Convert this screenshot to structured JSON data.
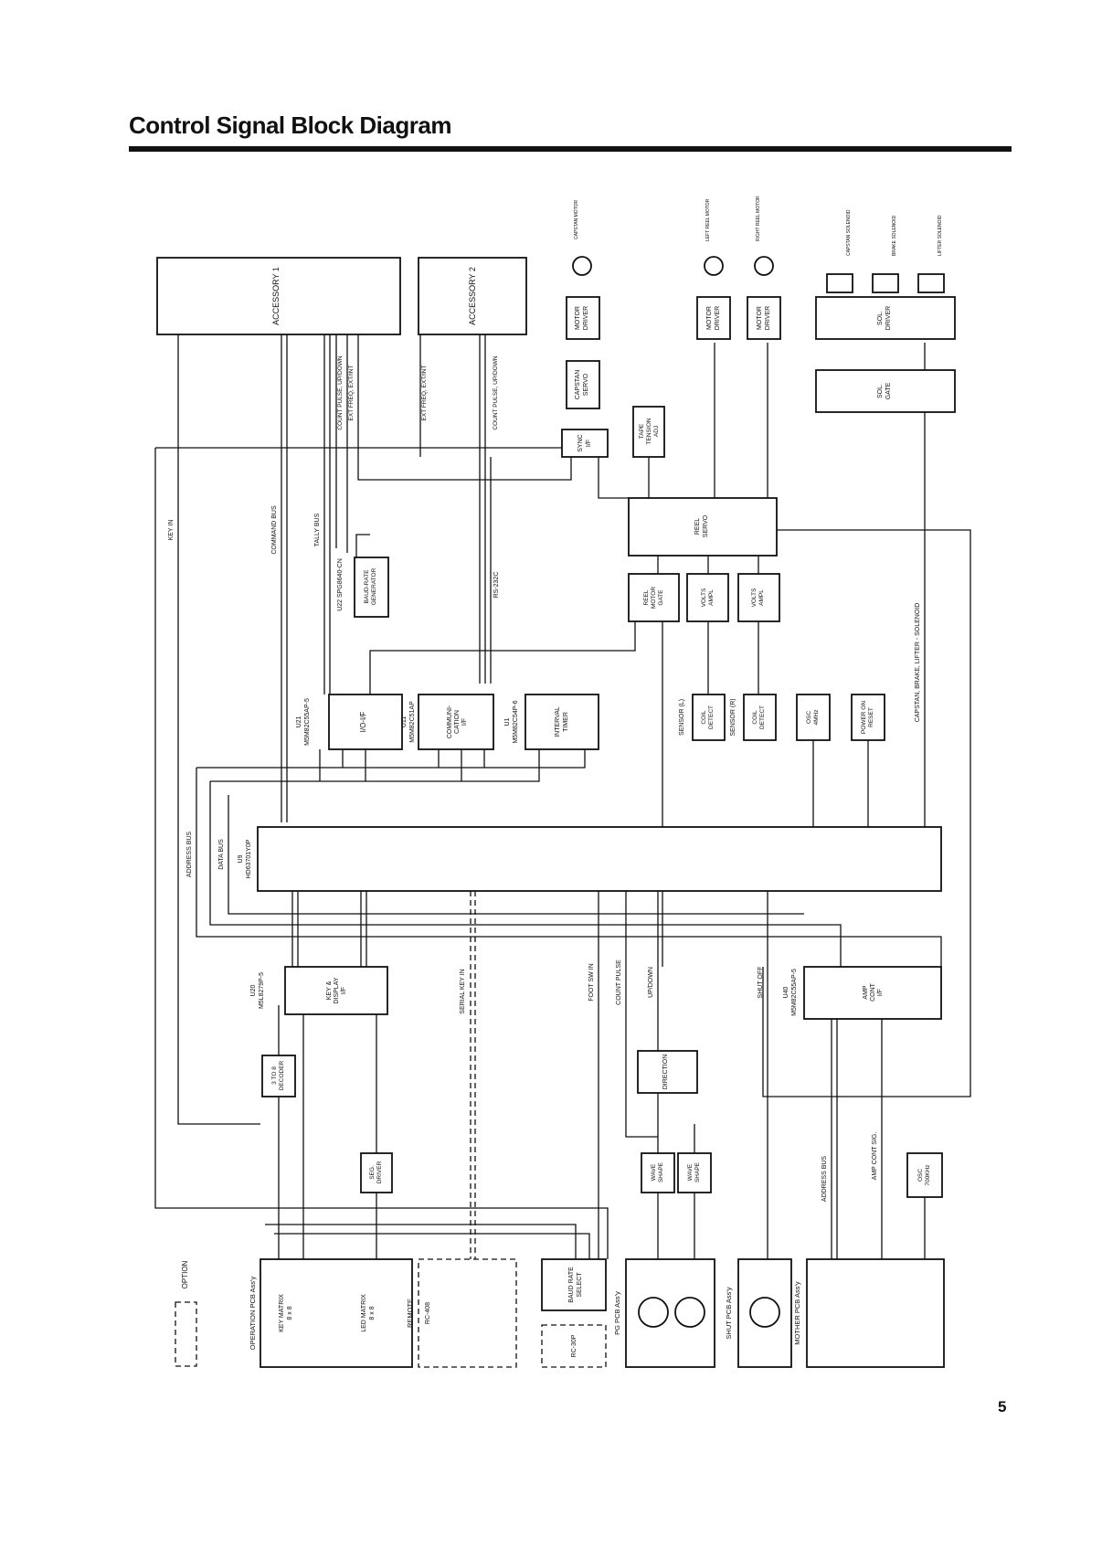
{
  "title": "Control Signal Block Diagram",
  "page_number": "5",
  "blocks": {
    "accessory1": "ACCESSORY 1",
    "accessory2": "ACCESSORY 2",
    "capstan_motor": "CAPSTAN MOTOR",
    "left_reel_motor": "LEFT REEL MOTOR",
    "right_reel_motor": "RIGHT REEL MOTOR",
    "capstan_solenoid": "CAPSTAN SOLENOID",
    "brake_solenoid": "BRAKE SOLENOID",
    "lifter_solenoid": "LIFTER SOLENOID",
    "motor_driver_capstan": [
      "MOTOR",
      "DRIVER"
    ],
    "motor_driver_left": [
      "MOTOR",
      "DRIVER"
    ],
    "motor_driver_right": [
      "MOTOR",
      "DRIVER"
    ],
    "sol_driver": [
      "SOL.",
      "DRIVER"
    ],
    "sol_gate": [
      "SOL.",
      "GATE"
    ],
    "capstan_servo": [
      "CAPSTAN",
      "SERVO"
    ],
    "sync_if": [
      "SYNC",
      "I/F"
    ],
    "tape_tension": [
      "TAPE",
      "TENSION",
      "ADJ"
    ],
    "reel_servo": [
      "REEL",
      "SERVO"
    ],
    "reel_motor_gate": [
      "REEL",
      "MOTOR",
      "GATE"
    ],
    "volts_ampl_1": [
      "VOLTS",
      "AMPL"
    ],
    "volts_ampl_2": [
      "VOLTS",
      "AMPL"
    ],
    "baud_rate_gen": [
      "BAUD-RATE",
      "GENERATOR"
    ],
    "u22_label": "U22 SPG8640-CN",
    "io_if": "I/O-I/F",
    "u21_label": [
      "U21",
      "M5M82C55AP-5"
    ],
    "comm_if": [
      "COMMUNI-",
      "CATION",
      "I/F"
    ],
    "u11_label": [
      "U11",
      "M5M82C51AP"
    ],
    "interval_timer": [
      "INTERVAL",
      "TIMER"
    ],
    "u1_label": [
      "U1",
      "M5M82C54P-6"
    ],
    "coil_detect_l": [
      "COIL",
      "DETECT"
    ],
    "sensor_l": "SENSOR (L)",
    "coil_detect_r": [
      "COIL",
      "DETECT"
    ],
    "sensor_r": "SENSOR (R)",
    "osc_4mhz": [
      "OSC",
      "4MHz"
    ],
    "power_on_reset": [
      "POWER ON",
      "RESET"
    ],
    "u9_label": [
      "U9",
      "HD63701Y0P"
    ],
    "key_display_if": [
      "KEY &",
      "DISPLAY",
      "I/F"
    ],
    "u20_label": [
      "U20",
      "M5L8279P-5"
    ],
    "decoder": [
      "3 TO 8",
      "DECODER"
    ],
    "seg_driver": [
      "SEG.",
      "DRIVER"
    ],
    "direction": "DIRECTION",
    "wave_shape_1": [
      "WAVE",
      "SHAPE"
    ],
    "wave_shape_2": [
      "WAVE",
      "SHAPE"
    ],
    "amp_cont_if": [
      "AMP",
      "CONT",
      "I/F"
    ],
    "u40_label": [
      "U40",
      "M5M82C55AP-5"
    ],
    "osc_700khz": [
      "OSC",
      "700KHz"
    ],
    "baud_rate_select": [
      "BAUD RATE",
      "SELECT"
    ],
    "rc30p": "RC-30P",
    "operation_pcb": "OPERATION PCB Ass'y",
    "key_matrix": [
      "KEY MATRIX",
      "8 x 8"
    ],
    "led_matrix": [
      "LED MATRIX",
      "8 x 8"
    ],
    "remote": "REMOTE",
    "rc408": "RC-408",
    "pg_pcb": "PG PCB Ass'y",
    "shut_pcb": "SHUT PCB Ass'y",
    "mother_pcb": "MOTHER PCB Ass'y",
    "option": "OPTION"
  },
  "signals": {
    "key_in": "KEY IN",
    "command_bus": "COMMAND BUS",
    "tally_bus": "TALLY BUS",
    "count_pulse_1": "COUNT PULSE, UP/DOWN",
    "ext_freq_1": "EXT FREQ, EXT/INT",
    "ext_freq_2": "EXT FREQ, EXT/INT",
    "count_pulse_2": "COUNT PULSE, UP/DOWN",
    "rs232c": "RS-232C",
    "capstan_brake": "CAPSTAN, BRAKE, LIFTER - SOLENOID",
    "address_bus_1": "ADDRESS BUS",
    "data_bus": "DATA BUS",
    "serial_key_in": "SERIAL KEY IN",
    "foot_sw_in": "FOOT SW IN",
    "count_pulse": "COUNT PULSE",
    "up_down": "UP/DOWN",
    "shut_off": "SHUT OFF",
    "address_bus_2": "ADDRESS BUS",
    "amp_cont_sig": "AMP CONT SIG."
  }
}
